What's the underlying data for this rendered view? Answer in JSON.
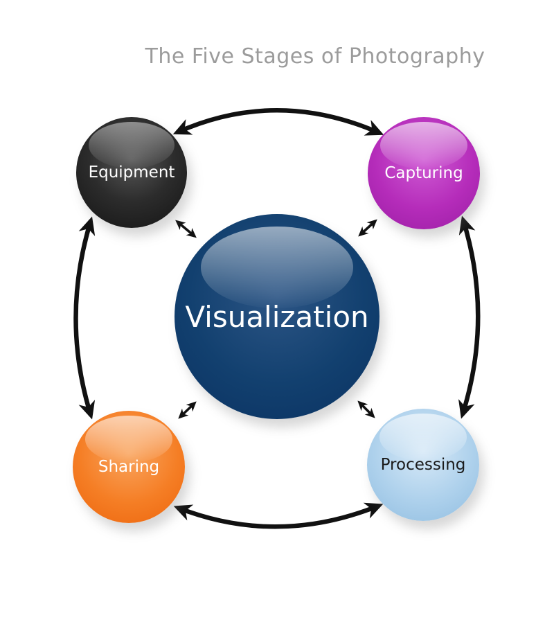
{
  "title": "The Five Stages of Photography",
  "title_color": "#9b9b9b",
  "diagram": {
    "center_node": {
      "label": "Visualization",
      "color": "#12406f",
      "text_color": "#ffffff"
    },
    "stage_nodes": [
      {
        "label": "Equipment",
        "color": "#2c2c2c",
        "text_color": "#ffffff",
        "position": "top-left"
      },
      {
        "label": "Capturing",
        "color": "#b52cba",
        "text_color": "#ffffff",
        "position": "top-right"
      },
      {
        "label": "Sharing",
        "color": "#f57e25",
        "text_color": "#ffffff",
        "position": "bottom-left"
      },
      {
        "label": "Processing",
        "color": "#aed1ec",
        "text_color": "#1a1a1a",
        "position": "bottom-right"
      }
    ],
    "arrow_color": "#111111",
    "connections": [
      {
        "from": "Equipment",
        "to": "Capturing",
        "style": "curved-double-arrow",
        "side": "top"
      },
      {
        "from": "Capturing",
        "to": "Processing",
        "style": "curved-double-arrow",
        "side": "right"
      },
      {
        "from": "Sharing",
        "to": "Processing",
        "style": "curved-double-arrow",
        "side": "bottom"
      },
      {
        "from": "Equipment",
        "to": "Sharing",
        "style": "curved-double-arrow",
        "side": "left"
      },
      {
        "from": "Visualization",
        "to": "Equipment",
        "style": "short-double-arrow"
      },
      {
        "from": "Visualization",
        "to": "Capturing",
        "style": "short-double-arrow"
      },
      {
        "from": "Visualization",
        "to": "Sharing",
        "style": "short-double-arrow"
      },
      {
        "from": "Visualization",
        "to": "Processing",
        "style": "short-double-arrow"
      }
    ]
  }
}
